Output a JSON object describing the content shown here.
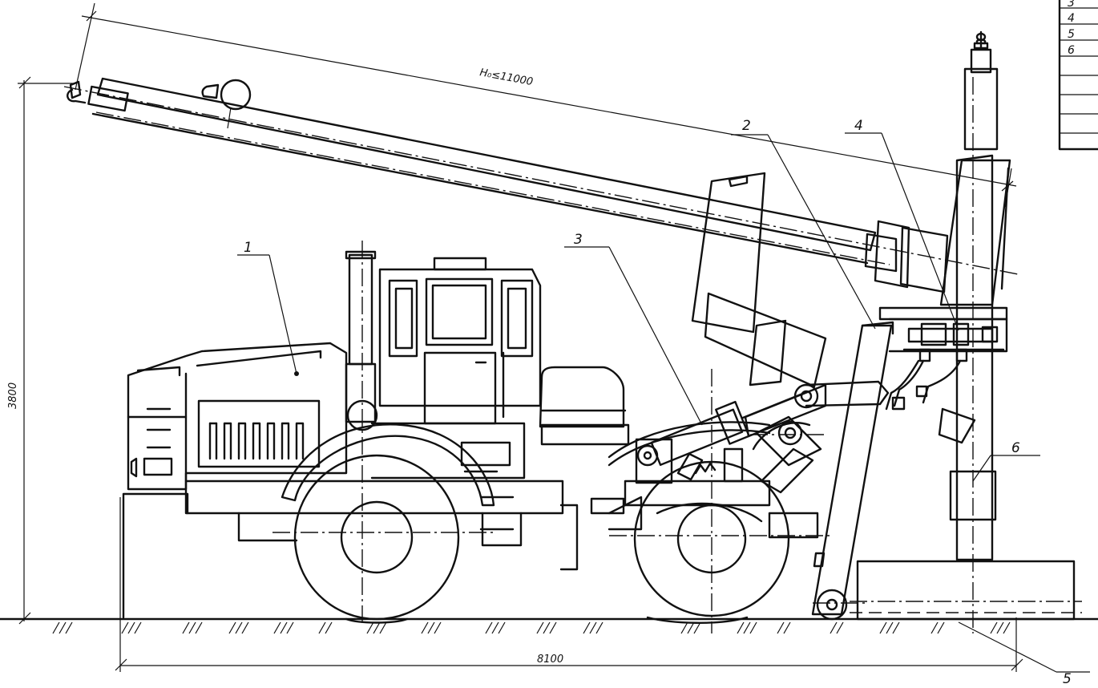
{
  "dimensions": {
    "reach": "H₀≤11000",
    "height": "3800",
    "length": "8100"
  },
  "callouts": [
    "1",
    "2",
    "3",
    "4",
    "5",
    "6"
  ],
  "spec_table": {
    "rows": [
      "3",
      "4",
      "5",
      "6"
    ]
  }
}
